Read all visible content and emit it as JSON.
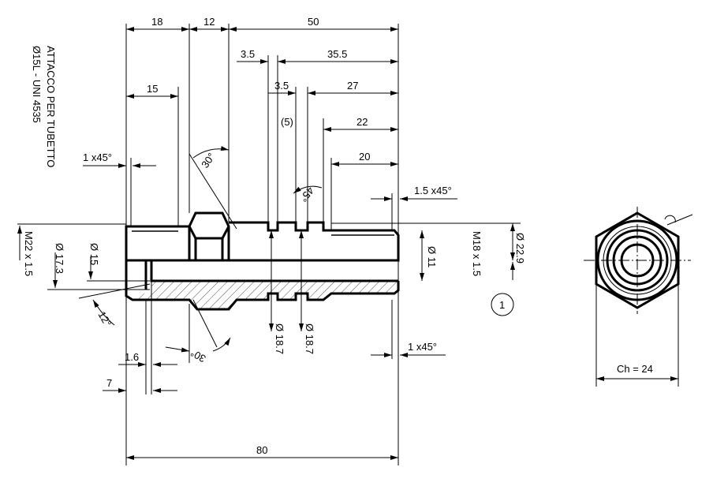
{
  "title": {
    "line1": "ATTACCO PER TUBETTO",
    "line2": "Ø15L - UNI 4535"
  },
  "dimensions": {
    "d18": "18",
    "d12": "12",
    "d50": "50",
    "d15": "15",
    "d3_5a": "3.5",
    "d35_5": "35.5",
    "d3_5b": "3.5",
    "d27": "27",
    "d5": "(5)",
    "d22": "22",
    "d20": "20",
    "chamfer_left": "1 x45°",
    "chamfer_right_top": "1.5 x45°",
    "chamfer_right_bottom": "1 x45°",
    "angle30_top": "30°",
    "angle45": "45°",
    "angle12": "12°",
    "angle30_bottom": "30°",
    "m22": "M22 x 1.5",
    "dia17_3": "Ø 17.3",
    "dia15": "Ø 15",
    "m18": "M18 x 1.5",
    "dia11": "Ø 11",
    "dia22_9": "Ø 22.9",
    "dia18_7a": "Ø 18.7",
    "dia18_7b": "Ø 18.7",
    "d1_6": "1.6",
    "d7": "7",
    "d80": "80",
    "ch": "Ch = 24"
  },
  "balloon": "1"
}
